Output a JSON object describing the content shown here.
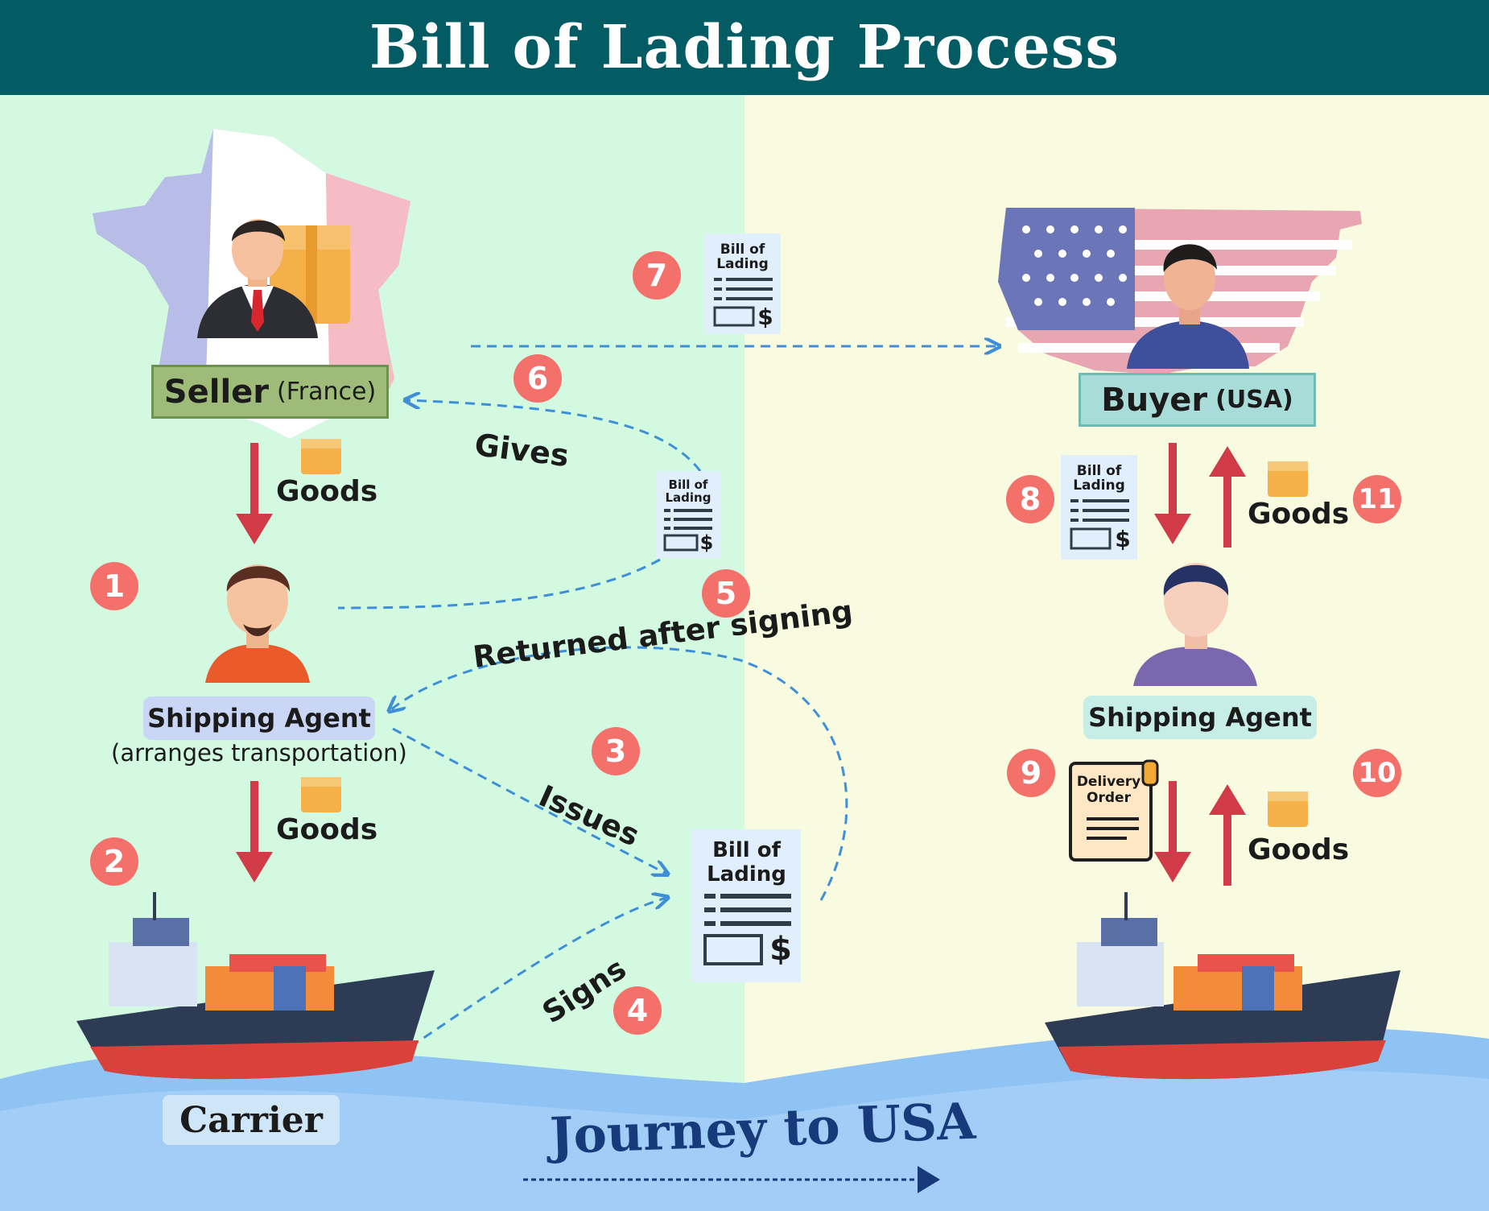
{
  "title": "Bill of Lading Process",
  "colors": {
    "header_bg": "#035c63",
    "left_bg": "#d3f9e1",
    "right_bg": "#f9fbe0",
    "badge": "#f3706b",
    "arrow_red": "#d13b47",
    "dash_blue": "#3f8fd8",
    "sea": "#8fc3f4",
    "journey_text": "#173b7a"
  },
  "steps": [
    "1",
    "2",
    "3",
    "4",
    "5",
    "6",
    "7",
    "8",
    "9",
    "10",
    "11"
  ],
  "seller": {
    "name": "Seller",
    "country": "(France)"
  },
  "buyer": {
    "name": "Buyer",
    "country": "(USA)"
  },
  "left_agent": {
    "name": "Shipping Agent",
    "note": "(arranges transportation)"
  },
  "right_agent": {
    "name": "Shipping Agent"
  },
  "carrier": "Carrier",
  "goods_label": "Goods",
  "document": {
    "line1": "Bill of",
    "line2": "Lading",
    "currency": "$"
  },
  "delivery_order": {
    "line1": "Delivery",
    "line2": "Order"
  },
  "actions": {
    "gives": "Gives",
    "returned": "Returned after signing",
    "issues": "Issues",
    "signs": "Signs"
  },
  "journey": "Journey to USA",
  "icons": [
    "france-map",
    "usa-flag-map",
    "seller-avatar",
    "buyer-avatar",
    "agent-avatar",
    "box-icon",
    "bill-of-lading-icon",
    "delivery-order-icon",
    "cargo-ship"
  ]
}
